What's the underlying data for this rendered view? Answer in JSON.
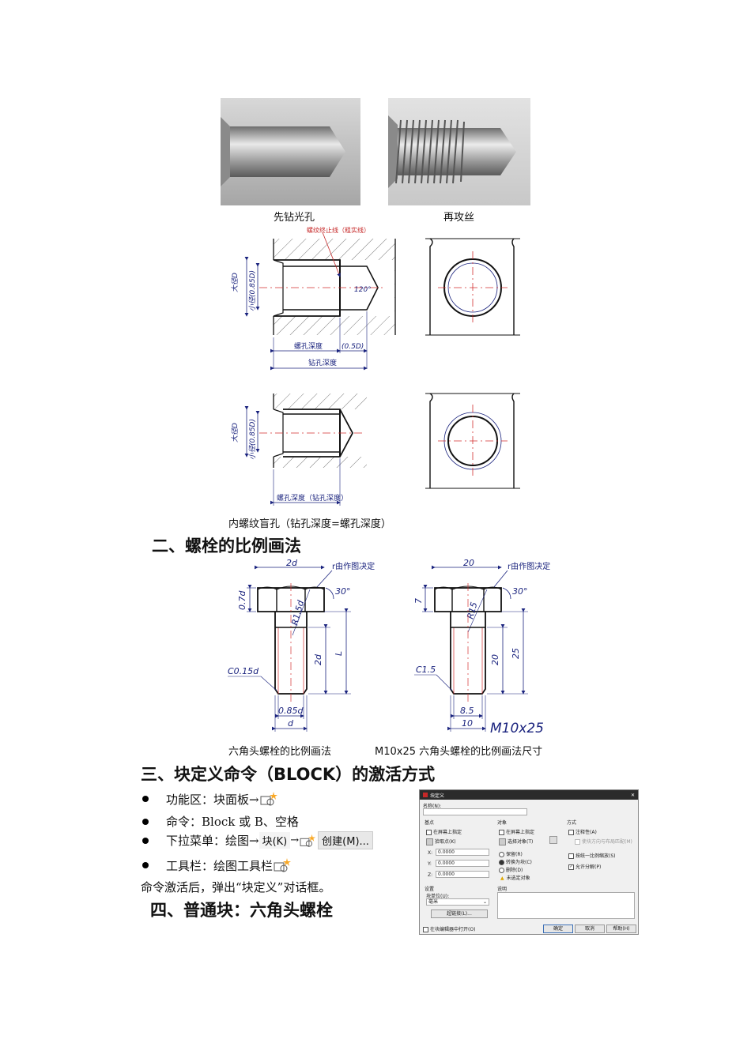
{
  "photos": {
    "caption_left": "先钻光孔",
    "caption_right": "再攻丝"
  },
  "drawing1": {
    "label_stop_line": "螺纹终止线（粗实线）",
    "label_major_d": "大径D",
    "label_minor_d": "小径(0.85D)",
    "label_angle": "120°",
    "label_thread_depth": "螺孔深度",
    "label_half_d": "(0.5D)",
    "label_drill_depth": "钻孔深度"
  },
  "drawing2": {
    "label_major_d": "大径D",
    "label_minor_d": "小径(0.85D)",
    "label_depth": "螺孔深度（钻孔深度）"
  },
  "blind_hole_caption": "内螺纹盲孔（钻孔深度=螺孔深度）",
  "section2": {
    "title": "二、螺栓的比例画法"
  },
  "bolt1": {
    "dim_2d": "2d",
    "r_note": "r由作图决定",
    "dim_07d": "0.7d",
    "dim_r15d": "R1.5d",
    "angle": "30°",
    "dim_2d_vert": "2d",
    "dim_L": "L",
    "chamfer": "C0.15d",
    "dim_085d": "0.85d",
    "dim_d": "d",
    "caption": "六角头螺栓的比例画法"
  },
  "bolt2": {
    "dim_20": "20",
    "r_note": "r由作图决定",
    "dim_7": "7",
    "dim_r15": "R15",
    "angle": "30°",
    "dim_20_vert": "20",
    "dim_25": "25",
    "chamfer": "C1.5",
    "dim_85": "8.5",
    "dim_10": "10",
    "spec": "M10x25",
    "caption": "M10x25 六角头螺栓的比例画法尺寸"
  },
  "section3": {
    "title": "三、块定义命令（BLOCK）的激活方式",
    "items": [
      {
        "label": "功能区：块面板→"
      },
      {
        "label": "命令：Block 或 B、空格"
      },
      {
        "label": "下拉菜单：绘图→",
        "menu1": "块(K)",
        "arrow": "→",
        "menu2": "创建(M)..."
      },
      {
        "label": "工具栏：绘图工具栏"
      }
    ],
    "after_text": "命令激活后，弹出“块定义”对话框。"
  },
  "section4": {
    "title": "四、普通块：六角头螺栓"
  },
  "dialog": {
    "title": "块定义",
    "close": "✕",
    "name_label": "名称(N):",
    "base_point": "基点",
    "specify_on_screen": "在屏幕上指定",
    "pick_point": "拾取点(K)",
    "x_label": "X:",
    "x_value": "0.0000",
    "y_label": "Y:",
    "y_value": "0.0000",
    "z_label": "Z:",
    "z_value": "0.0000",
    "objects": "对象",
    "specify_on_screen2": "在屏幕上指定",
    "select_objects": "选择对象(T)",
    "retain": "保留(R)",
    "convert": "转换为块(C)",
    "delete": "删除(D)",
    "none_selected": "未选定对象",
    "behavior": "方式",
    "annotative": "注释性(A)",
    "match_orient": "使块方向与布局匹配(M)",
    "scale_uniform": "按统一比例缩放(S)",
    "allow_explode": "允许分解(P)",
    "settings": "设置",
    "block_unit": "块单位(U):",
    "unit_value": "毫米",
    "hyperlink": "超链接(L)...",
    "description": "说明",
    "open_in_editor": "在块编辑器中打开(O)",
    "ok": "确定",
    "cancel": "取消",
    "help": "帮助(H)"
  }
}
